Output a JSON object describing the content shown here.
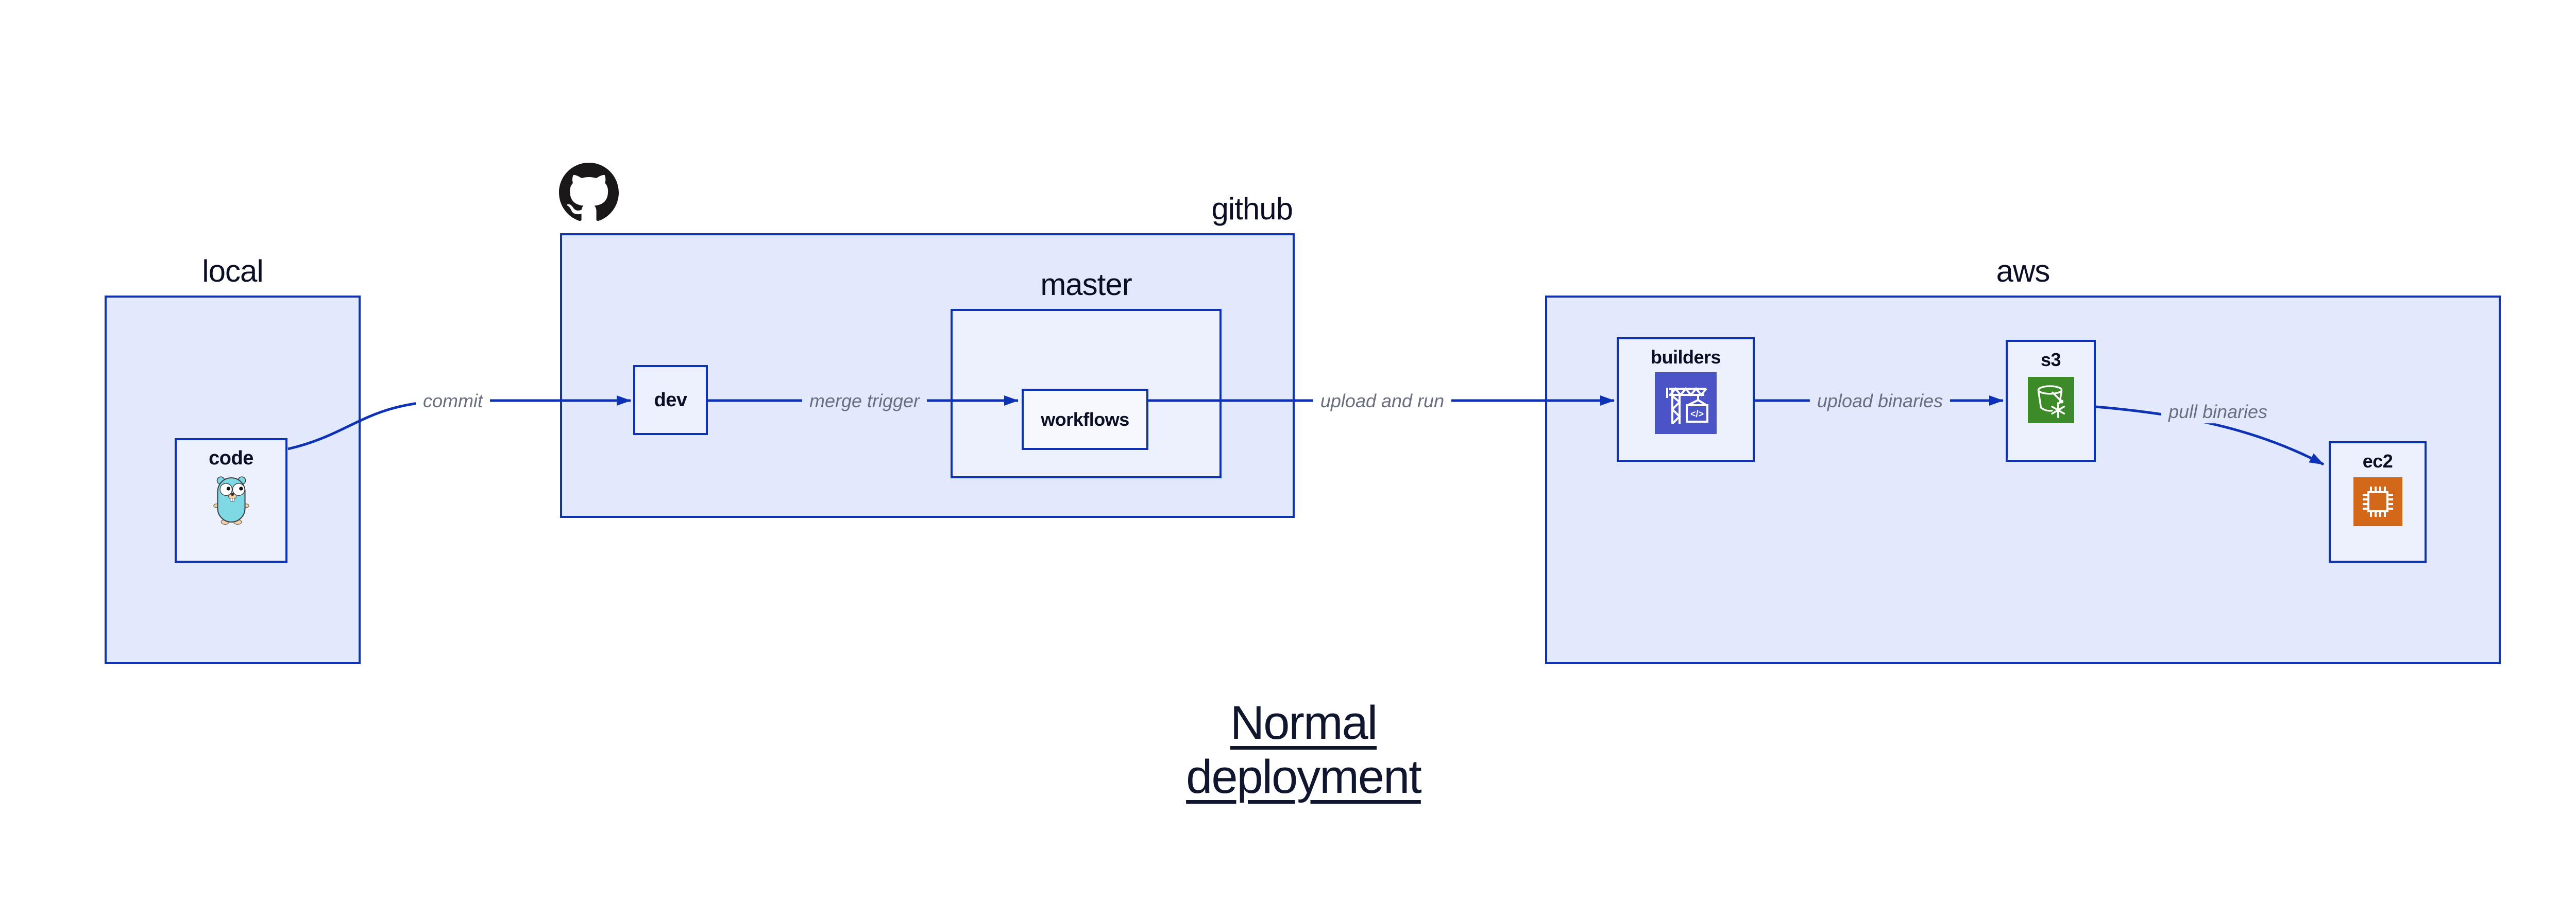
{
  "title": "Normal deployment",
  "colors": {
    "background": "#ffffff",
    "container_fill": "#E3E9FD",
    "node_fill": "#EDF0FD",
    "inner_node_fill": "#F7F8FE",
    "stroke_blue": "#0D32B5",
    "label_navy": "#0A0F25",
    "edge_label_gray": "#6A6F80",
    "github_logo_black": "#191717",
    "builders_icon_indigo": "#4A54C7",
    "s3_icon_green": "#3D8A28",
    "ec2_icon_orange": "#D3671A",
    "gopher_teal": "#7ED9E5",
    "gopher_beige": "#F6D2A2"
  },
  "containers": {
    "local": {
      "label": "local"
    },
    "github": {
      "label": "github"
    },
    "master": {
      "label": "master"
    },
    "aws": {
      "label": "aws"
    }
  },
  "nodes": {
    "code": {
      "label": "code",
      "icon": "go-gopher-icon"
    },
    "dev": {
      "label": "dev"
    },
    "workflows": {
      "label": "workflows"
    },
    "builders": {
      "label": "builders",
      "icon": "codebuild-crane-icon",
      "glyph_text": "</>"
    },
    "s3": {
      "label": "s3",
      "icon": "s3-glacier-bucket-icon"
    },
    "ec2": {
      "label": "ec2",
      "icon": "ec2-chip-icon"
    }
  },
  "edges": [
    {
      "from": "code",
      "to": "dev",
      "label": "commit"
    },
    {
      "from": "dev",
      "to": "workflows",
      "label": "merge trigger"
    },
    {
      "from": "workflows",
      "to": "builders",
      "label": "upload and run"
    },
    {
      "from": "builders",
      "to": "s3",
      "label": "upload binaries"
    },
    {
      "from": "s3",
      "to": "ec2",
      "label": "pull binaries"
    }
  ],
  "icons": {
    "github_logo": "github-octocat-mark",
    "code_icon": "go-gopher",
    "builders_icon": "aws-codebuild-crane",
    "s3_icon": "aws-s3-glacier-bucket-snowflake",
    "ec2_icon": "aws-ec2-chip"
  }
}
